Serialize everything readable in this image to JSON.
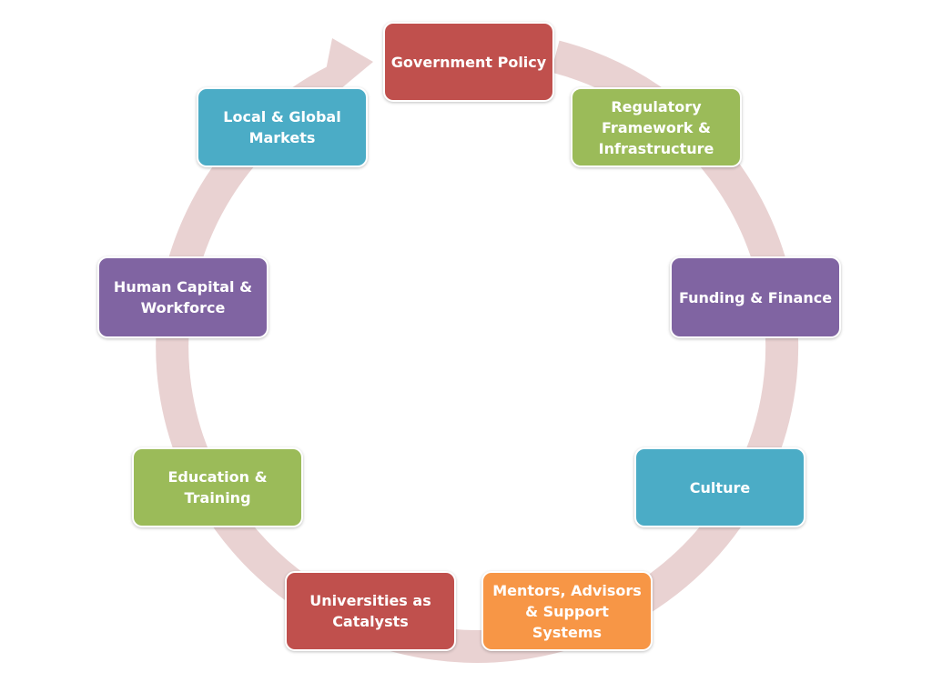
{
  "title": "Ecosystem cycle",
  "ring_color": "#e9d2d2",
  "nodes": [
    {
      "id": "government-policy",
      "label": "Government Policy",
      "color": "#c0504d"
    },
    {
      "id": "regulatory-framework",
      "label": "Regulatory\nFramework &\nInfrastructure",
      "color": "#9bbb59"
    },
    {
      "id": "funding-finance",
      "label": "Funding & Finance",
      "color": "#8064a2"
    },
    {
      "id": "culture",
      "label": "Culture",
      "color": "#4bacc6"
    },
    {
      "id": "mentors-advisors",
      "label": "Mentors, Advisors\n& Support Systems",
      "color": "#f79646"
    },
    {
      "id": "universities",
      "label": "Universities as\nCatalysts",
      "color": "#c0504d"
    },
    {
      "id": "education-training",
      "label": "Education &\nTraining",
      "color": "#9bbb59"
    },
    {
      "id": "human-capital",
      "label": "Human Capital &\nWorkforce",
      "color": "#8064a2"
    },
    {
      "id": "local-global-markets",
      "label": "Local & Global\nMarkets",
      "color": "#4bacc6"
    }
  ]
}
